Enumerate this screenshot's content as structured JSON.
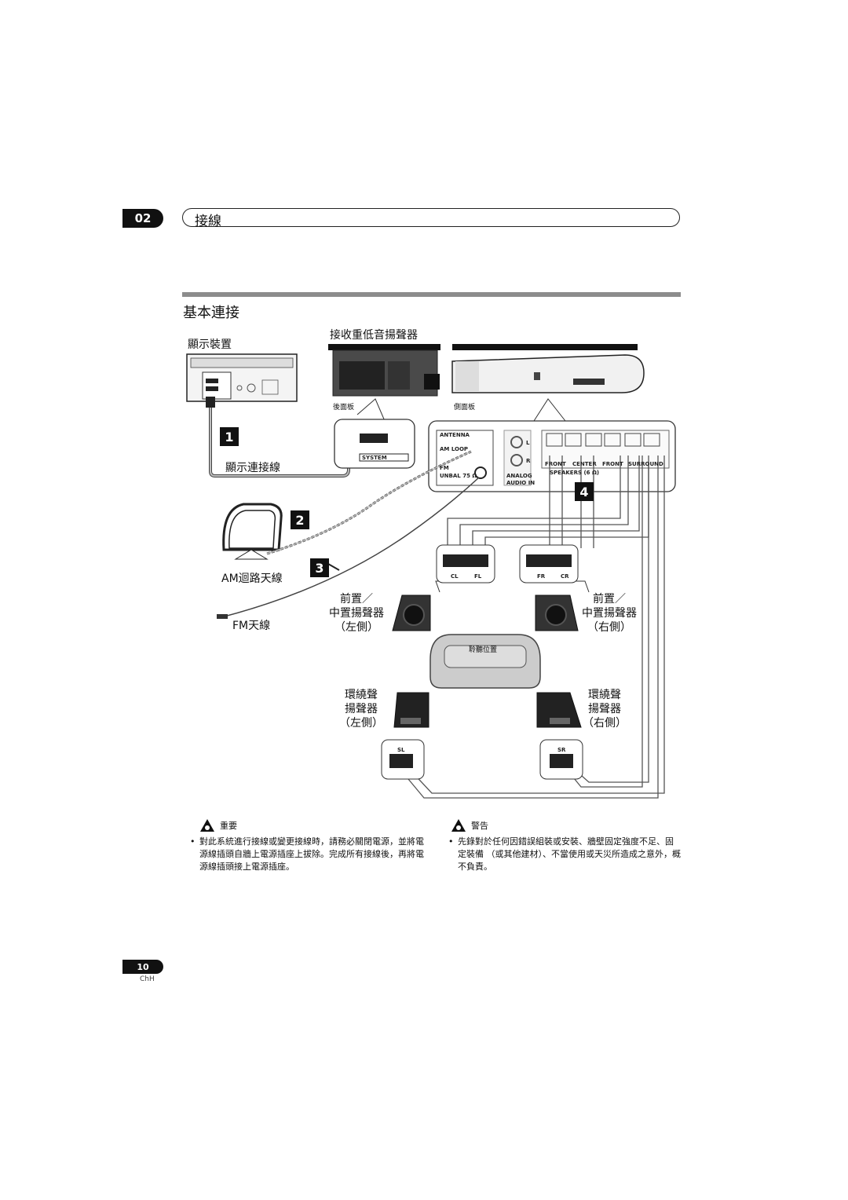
{
  "chapter": {
    "number": "02",
    "title": "接線"
  },
  "section": {
    "title": "基本連接"
  },
  "diagram": {
    "labels": {
      "display_unit": "顯示裝置",
      "subwoofer_receiver": "接收重低音揚聲器",
      "rear_panel": "後面板",
      "side_panel": "側面板",
      "display_cable": "顯示連接線",
      "am_antenna": "AM迴路天線",
      "fm_antenna": "FM天線",
      "front_left_line1": "前置／",
      "front_left_line2": "中置揚聲器",
      "front_left_line3": "（左側）",
      "front_right_line1": "前置／",
      "front_right_line2": "中置揚聲器",
      "front_right_line3": "（右側）",
      "listening_position": "聆聽位置",
      "surround_left_line1": "環繞聲",
      "surround_left_line2": "揚聲器",
      "surround_left_line3": "（左側）",
      "surround_right_line1": "環繞聲",
      "surround_right_line2": "揚聲器",
      "surround_right_line3": "（右側）"
    },
    "steps": [
      "1",
      "2",
      "3",
      "4"
    ],
    "panel_text": {
      "antenna": "ANTENNA",
      "am_loop": "AM LOOP",
      "fm": "FM",
      "unbal": "UNBAL 75 Ω",
      "system": "SYSTEM",
      "analog": "ANALOG",
      "audio_in": "AUDIO IN",
      "l": "L",
      "r": "R",
      "front": "FRONT",
      "center": "CENTER",
      "surround": "SURROUND",
      "speakers": "SPEAKERS (6 Ω)",
      "cl": "CL",
      "fl": "FL",
      "fr": "FR",
      "cr": "CR",
      "sl": "SL",
      "sr": "SR"
    }
  },
  "notes": {
    "important": {
      "icon": "caution-hand-icon",
      "heading": "重要",
      "text": "對此系統進行接線或變更接線時，請務必關閉電源，並將電源線插頭自牆上電源插座上拔除。完成所有接線後，再將電源線插頭接上電源插座。"
    },
    "warning": {
      "icon": "warning-hand-icon",
      "heading": "警告",
      "text": "先錄對於任何因錯誤組裝或安裝、牆壁固定強度不足、固定裝備 （或其他建材）、不當使用或天災所造成之意外，概不負責。"
    }
  },
  "footer": {
    "page": "10",
    "lang": "ChH"
  }
}
